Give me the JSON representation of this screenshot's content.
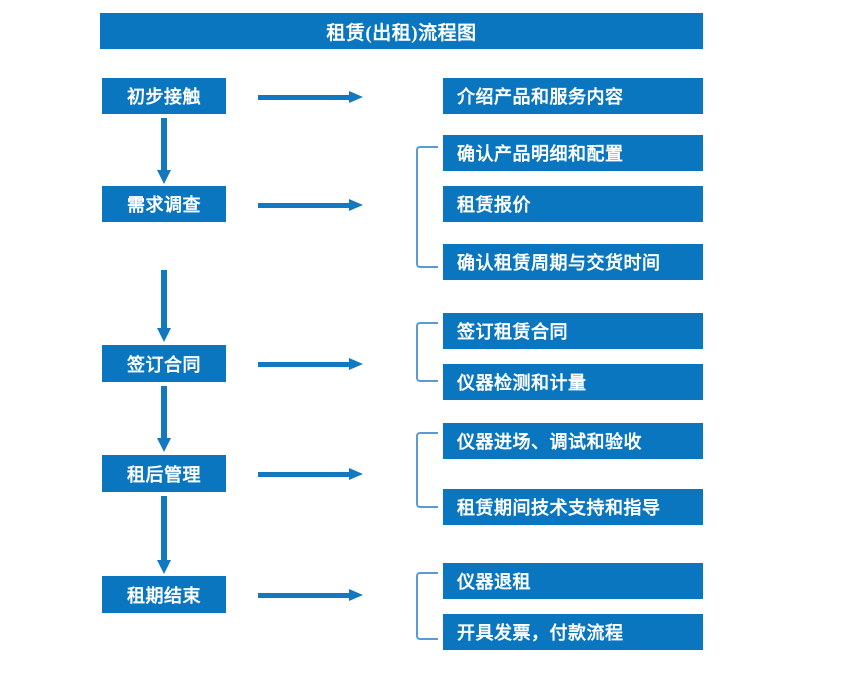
{
  "diagram": {
    "title": "租赁(出租)流程图",
    "colors": {
      "box_fill": "#0b76c0",
      "box_text": "#ffffff",
      "arrow": "#1279c0",
      "bracket": "#5b9bd5",
      "background": "#ffffff"
    },
    "stages": [
      {
        "label": "初步接触",
        "details": [
          "介绍产品和服务内容"
        ],
        "has_bracket": false
      },
      {
        "label": "需求调查",
        "details": [
          "确认产品明细和配置",
          "租赁报价",
          "确认租赁周期与交货时间"
        ],
        "has_bracket": true
      },
      {
        "label": "签订合同",
        "details": [
          "签订租赁合同",
          "仪器检测和计量"
        ],
        "has_bracket": true
      },
      {
        "label": "租后管理",
        "details": [
          "仪器进场、调试和验收",
          "租赁期间技术支持和指导"
        ],
        "has_bracket": true
      },
      {
        "label": "租期结束",
        "details": [
          "仪器退租",
          "开具发票，付款流程"
        ],
        "has_bracket": true
      }
    ],
    "detail_boxes": [
      "介绍产品和服务内容",
      "确认产品明细和配置",
      "租赁报价",
      "确认租赁周期与交货时间",
      "签订租赁合同",
      "仪器检测和计量",
      "仪器进场、调试和验收",
      "租赁期间技术支持和指导",
      "仪器退租",
      "开具发票，付款流程"
    ]
  }
}
